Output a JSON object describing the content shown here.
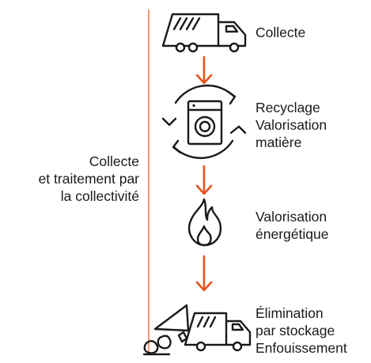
{
  "colors": {
    "accent": "#e8541f",
    "ink": "#1a1a1a",
    "divider": "#e8541f"
  },
  "scope_label": {
    "lines": [
      "Collecte",
      "et traitement par",
      "la collectivité"
    ]
  },
  "steps": [
    {
      "icon": "garbage-truck-icon",
      "lines": [
        "Collecte"
      ]
    },
    {
      "icon": "washing-machine-recycle-icon",
      "lines": [
        "Recyclage",
        "Valorisation",
        "matière"
      ]
    },
    {
      "icon": "flame-icon",
      "lines": [
        "Valorisation",
        "énergétique"
      ]
    },
    {
      "icon": "dump-truck-landfill-icon",
      "lines": [
        "Élimination",
        "par stockage",
        "Enfouissement"
      ]
    }
  ]
}
